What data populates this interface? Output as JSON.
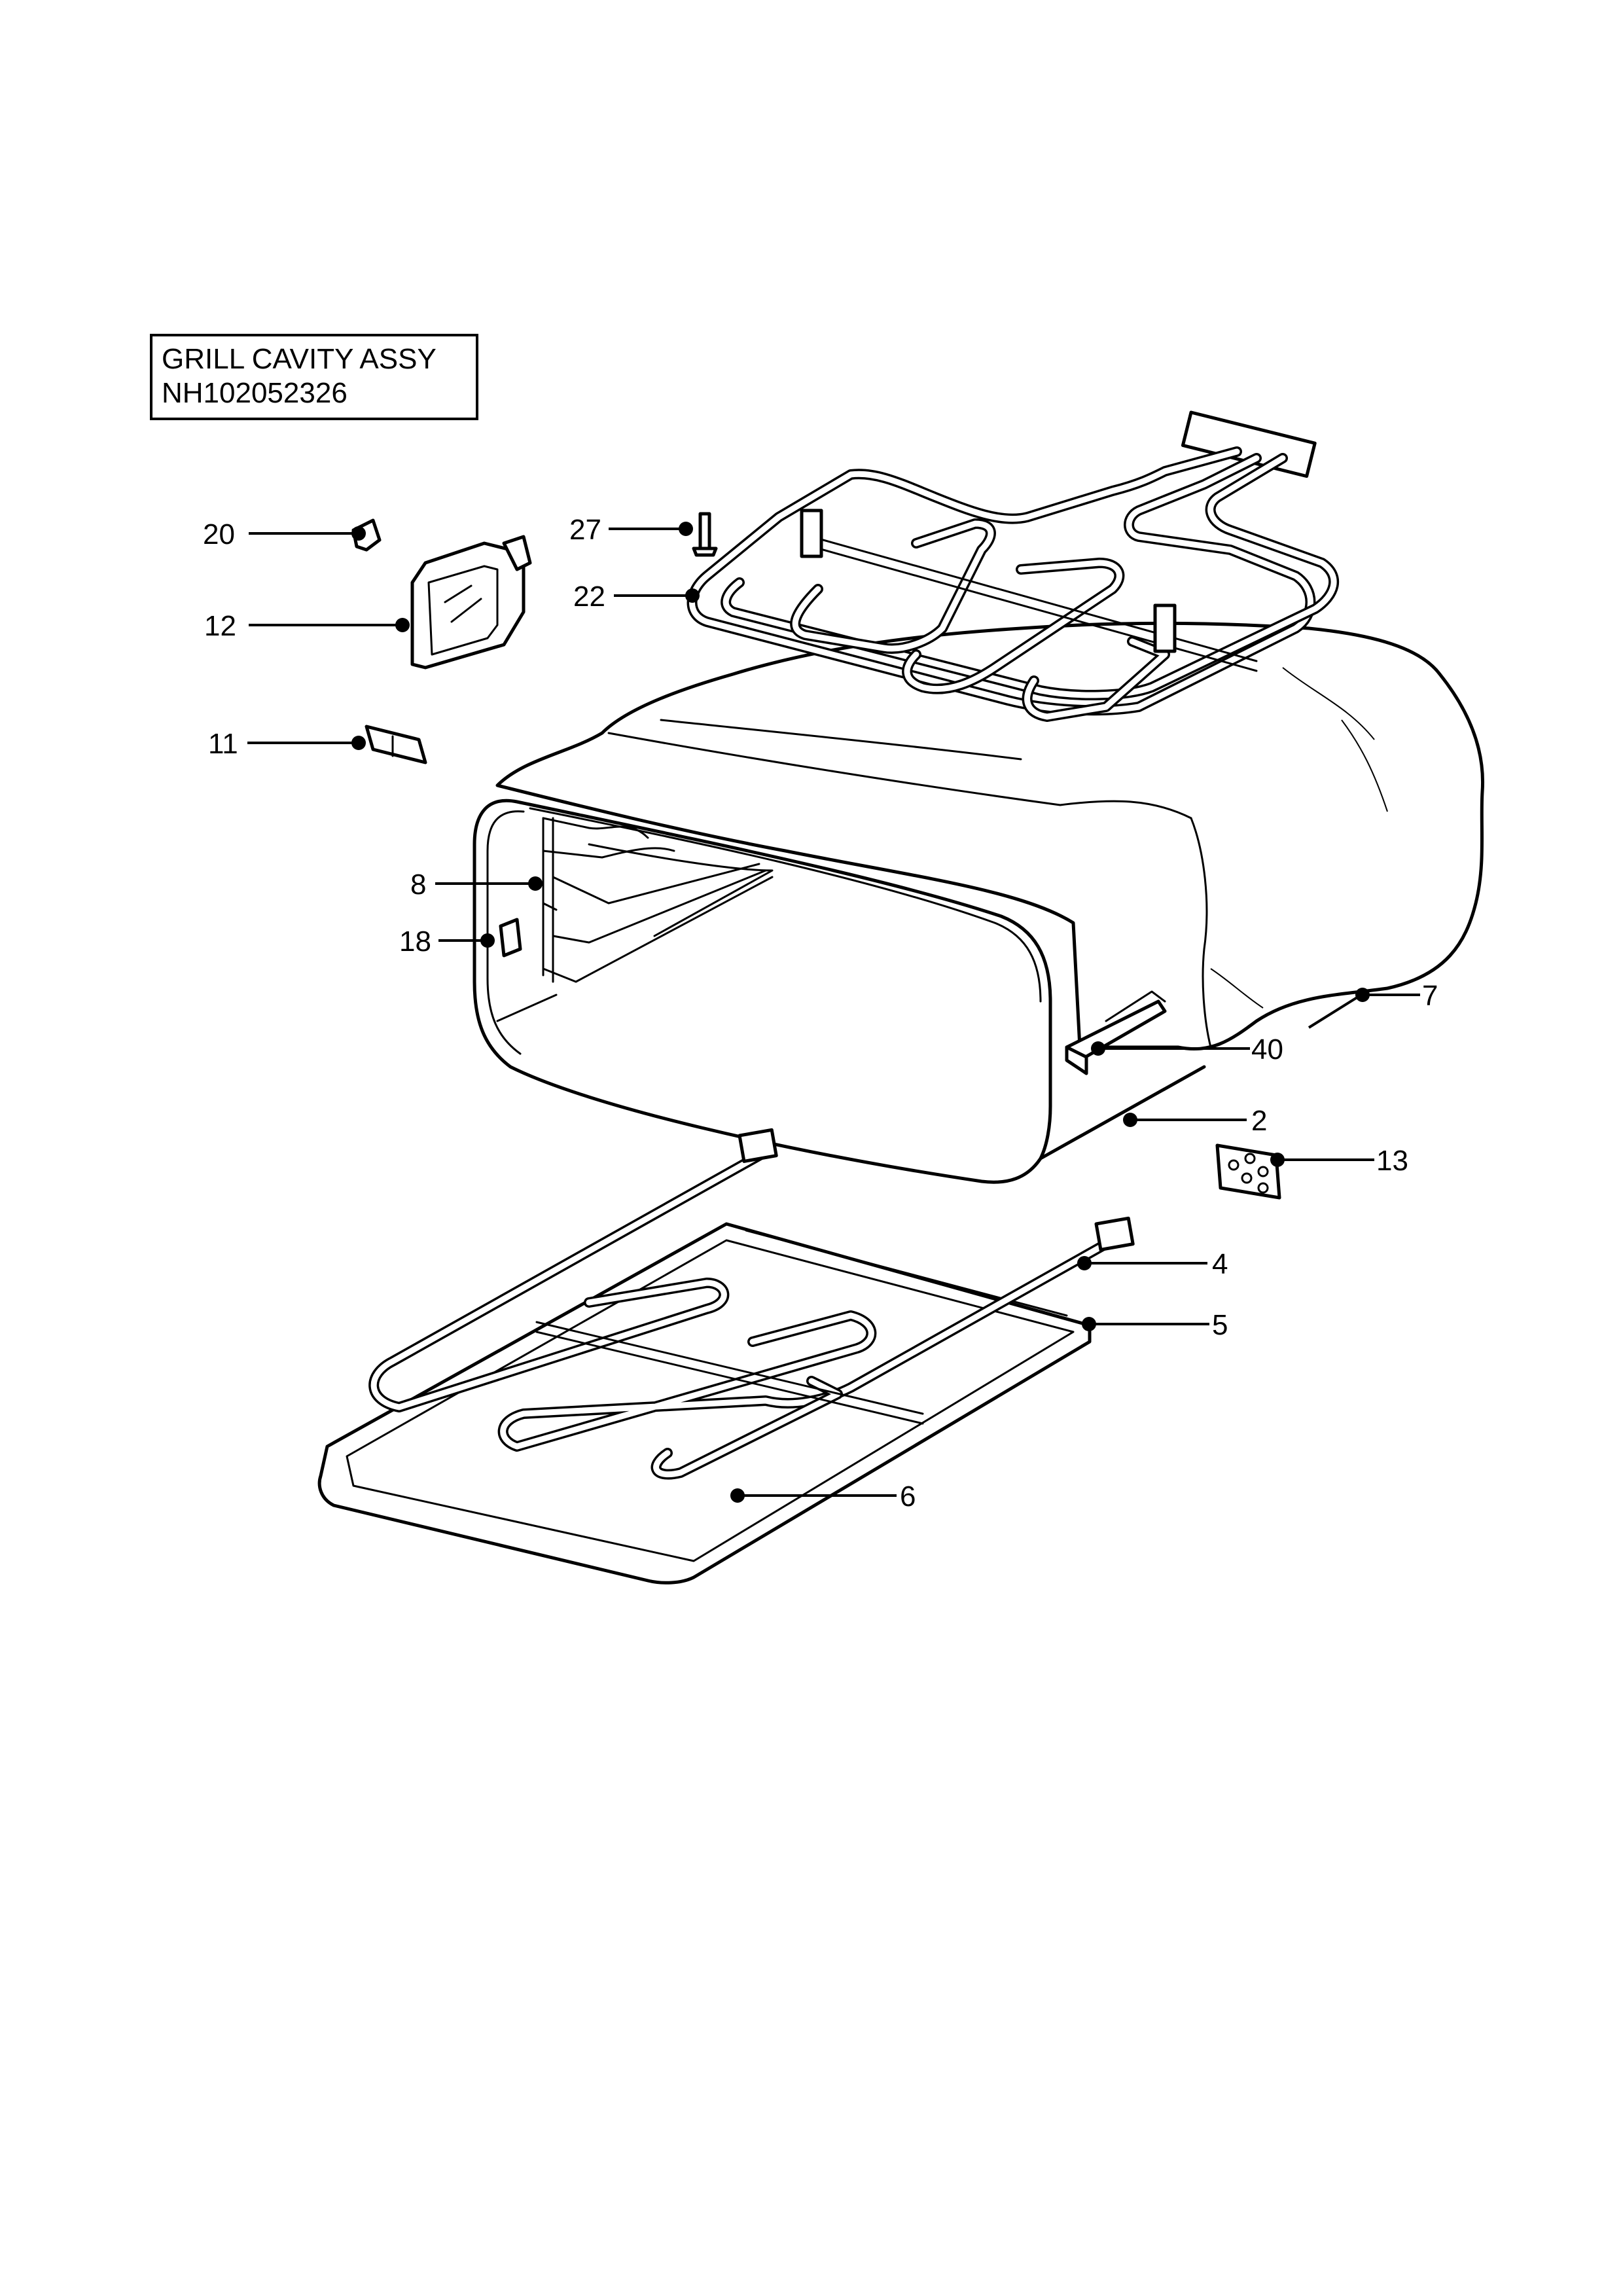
{
  "title": {
    "line1": "GRILL CAVITY ASSY",
    "line2": "NH102052326"
  },
  "callouts": [
    {
      "id": "c20",
      "label": "20"
    },
    {
      "id": "c12",
      "label": "12"
    },
    {
      "id": "c11",
      "label": "11"
    },
    {
      "id": "c27",
      "label": "27"
    },
    {
      "id": "c22",
      "label": "22"
    },
    {
      "id": "c8",
      "label": "8"
    },
    {
      "id": "c18",
      "label": "18"
    },
    {
      "id": "c7",
      "label": "7"
    },
    {
      "id": "c40",
      "label": "40"
    },
    {
      "id": "c2",
      "label": "2"
    },
    {
      "id": "c13",
      "label": "13"
    },
    {
      "id": "c4",
      "label": "4"
    },
    {
      "id": "c5",
      "label": "5"
    },
    {
      "id": "c6",
      "label": "6"
    }
  ]
}
